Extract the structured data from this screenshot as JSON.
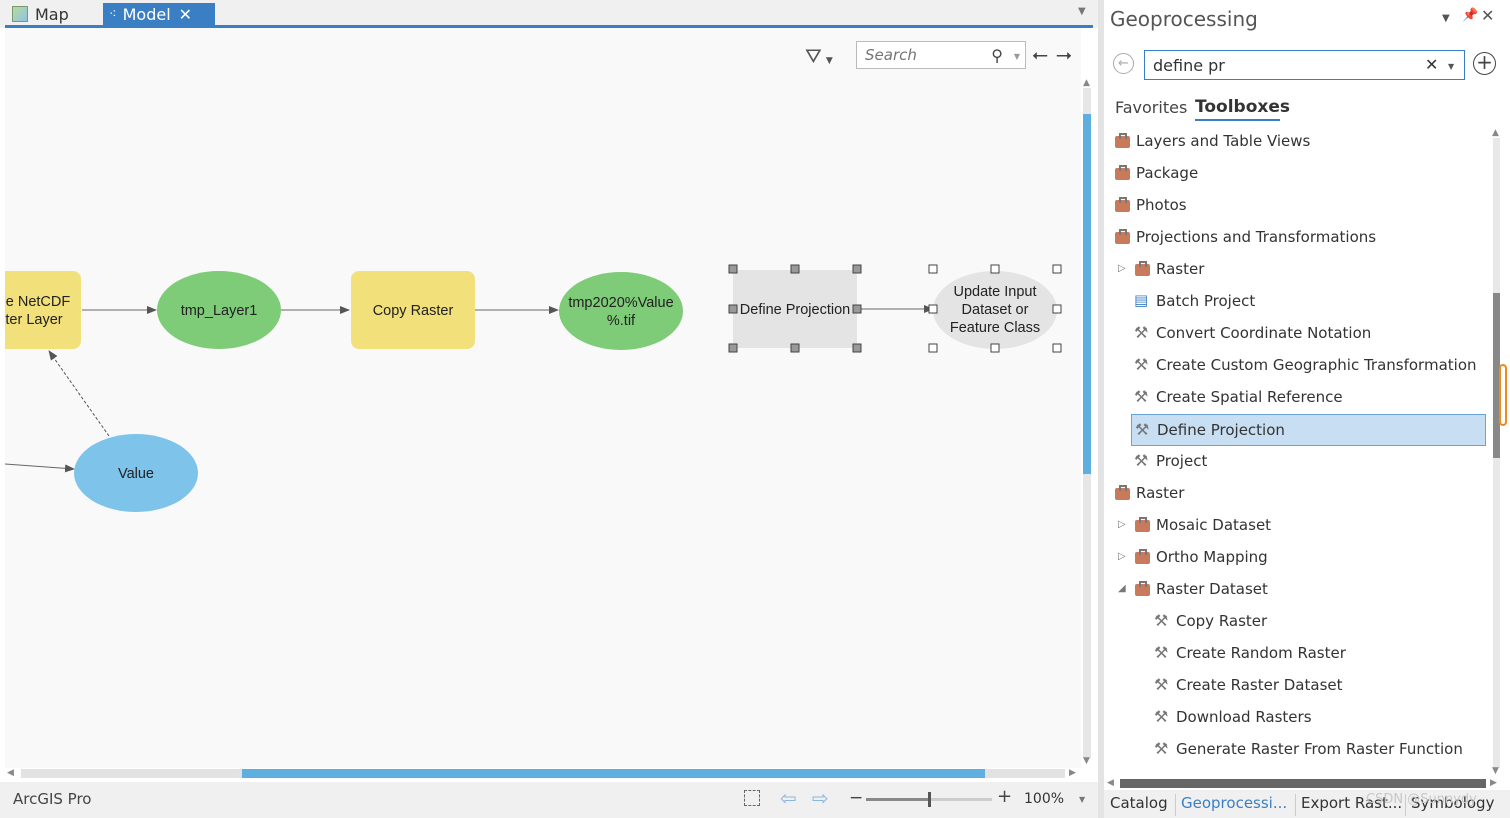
{
  "tabs": [
    {
      "label": "Map"
    },
    {
      "label": "Model",
      "close": "✕"
    }
  ],
  "canvas": {
    "search_placeholder": "Search",
    "nodes": [
      {
        "id": "netcdf",
        "shape": "rect",
        "fill": "#f2e07a",
        "lines": [
          "e NetCDF",
          "ter Layer"
        ]
      },
      {
        "id": "tmp-layer1",
        "shape": "ellipse",
        "fill": "#7ecb78",
        "lines": [
          "tmp_Layer1"
        ]
      },
      {
        "id": "copy-raster",
        "shape": "rect",
        "fill": "#f2e07a",
        "lines": [
          "Copy Raster"
        ]
      },
      {
        "id": "tmp-output",
        "shape": "ellipse",
        "fill": "#7ecb78",
        "lines": [
          "tmp2020%Value",
          "%.tif"
        ]
      },
      {
        "id": "define-projection",
        "shape": "rect",
        "fill": "#e4e4e4",
        "lines": [
          "Define Projection"
        ]
      },
      {
        "id": "update-input",
        "shape": "ellipse",
        "fill": "#e4e4e4",
        "lines": [
          "Update Input",
          "Dataset or",
          "Feature Class"
        ]
      },
      {
        "id": "value",
        "shape": "ellipse",
        "fill": "#7ec3ea",
        "lines": [
          "Value"
        ]
      }
    ]
  },
  "statusbar": {
    "app_name": "ArcGIS Pro",
    "zoom_level": "100%",
    "zoom_fraction": 0.5
  },
  "gp": {
    "title": "Geoprocessing",
    "search_value": "define pr",
    "tabs": [
      "Favorites",
      "Toolboxes"
    ],
    "active_tab": "Toolboxes",
    "tree": [
      {
        "label": "Layers and Table Views",
        "level": 0,
        "icon": "toolbox-icon",
        "exp": ""
      },
      {
        "label": "Package",
        "level": 0,
        "icon": "toolbox-icon",
        "exp": ""
      },
      {
        "label": "Photos",
        "level": 0,
        "icon": "toolbox-icon",
        "exp": ""
      },
      {
        "label": "Projections and Transformations",
        "level": 0,
        "icon": "toolbox-icon",
        "exp": ""
      },
      {
        "label": "Raster",
        "level": 1,
        "icon": "toolbox-icon",
        "exp": "▷"
      },
      {
        "label": "Batch Project",
        "level": 1,
        "icon": "model-icon",
        "exp": ""
      },
      {
        "label": "Convert Coordinate Notation",
        "level": 1,
        "icon": "tool-icon",
        "exp": ""
      },
      {
        "label": "Create Custom Geographic Transformation",
        "level": 1,
        "icon": "tool-icon",
        "exp": ""
      },
      {
        "label": "Create Spatial Reference",
        "level": 1,
        "icon": "tool-icon",
        "exp": ""
      },
      {
        "label": "Define Projection",
        "level": 1,
        "icon": "tool-icon",
        "exp": "",
        "selected": true
      },
      {
        "label": "Project",
        "level": 1,
        "icon": "tool-icon",
        "exp": ""
      },
      {
        "label": "Raster",
        "level": 0,
        "icon": "toolbox-icon",
        "exp": ""
      },
      {
        "label": "Mosaic Dataset",
        "level": 1,
        "icon": "toolbox-icon",
        "exp": "▷"
      },
      {
        "label": "Ortho Mapping",
        "level": 1,
        "icon": "toolbox-icon",
        "exp": "▷"
      },
      {
        "label": "Raster Dataset",
        "level": 1,
        "icon": "toolbox-icon",
        "exp": "◢"
      },
      {
        "label": "Copy Raster",
        "level": 2,
        "icon": "tool-icon",
        "exp": ""
      },
      {
        "label": "Create Random Raster",
        "level": 2,
        "icon": "tool-icon",
        "exp": ""
      },
      {
        "label": "Create Raster Dataset",
        "level": 2,
        "icon": "tool-icon",
        "exp": ""
      },
      {
        "label": "Download Rasters",
        "level": 2,
        "icon": "tool-icon",
        "exp": ""
      },
      {
        "label": "Generate Raster From Raster Function",
        "level": 2,
        "icon": "tool-icon",
        "exp": ""
      }
    ],
    "bottom_tabs": [
      "Catalog",
      "Geoprocessi...",
      "Export Rast...",
      "Symbology"
    ],
    "active_bottom_tab": "Geoprocessi..."
  },
  "watermark": "CSDN @Sunnydy",
  "colors": {
    "accent": "#3a7fc4",
    "selection": "#c8def2",
    "scroll_thumb": "#5eaee0"
  }
}
